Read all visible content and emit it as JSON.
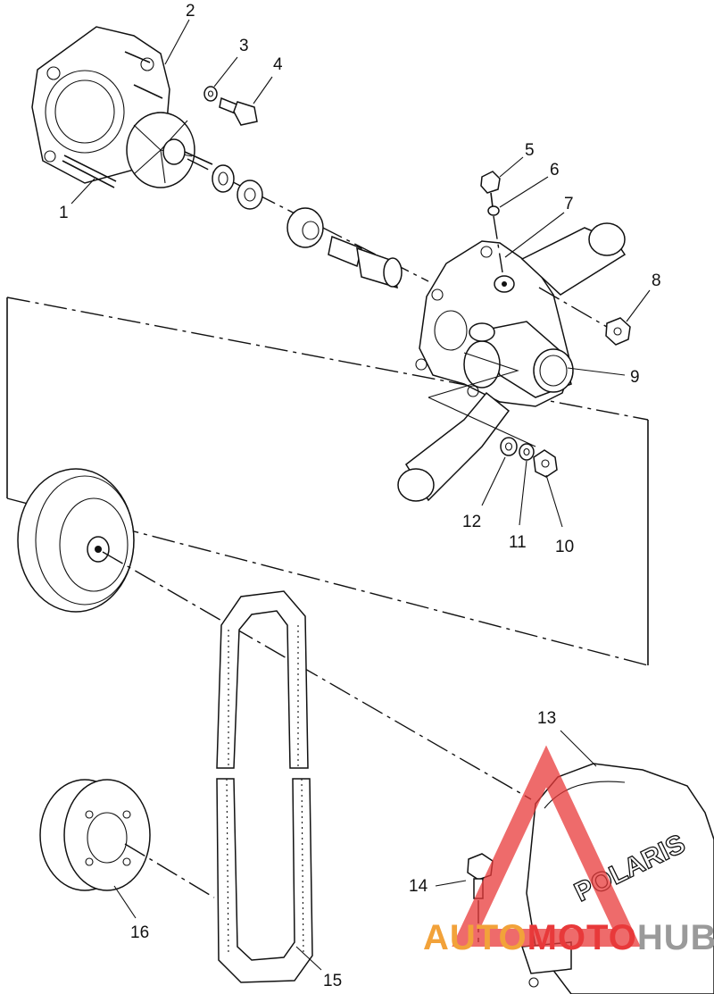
{
  "callouts": [
    {
      "id": "1",
      "text": "1"
    },
    {
      "id": "2",
      "text": "2"
    },
    {
      "id": "3",
      "text": "3"
    },
    {
      "id": "4",
      "text": "4"
    },
    {
      "id": "5",
      "text": "5"
    },
    {
      "id": "6",
      "text": "6"
    },
    {
      "id": "7",
      "text": "7"
    },
    {
      "id": "8",
      "text": "8"
    },
    {
      "id": "9",
      "text": "9"
    },
    {
      "id": "10",
      "text": "10"
    },
    {
      "id": "11",
      "text": "11"
    },
    {
      "id": "12",
      "text": "12"
    },
    {
      "id": "13",
      "text": "13"
    },
    {
      "id": "14",
      "text": "14"
    },
    {
      "id": "15",
      "text": "15"
    },
    {
      "id": "16",
      "text": "16"
    }
  ],
  "cover_brand": "POLARIS",
  "watermark": {
    "part1": "AUTO",
    "part2": "MOTO",
    "part3": "HUB",
    "color_orange": "#f2a23a",
    "color_red": "#e8393a",
    "color_grey": "#9a9a9a"
  }
}
